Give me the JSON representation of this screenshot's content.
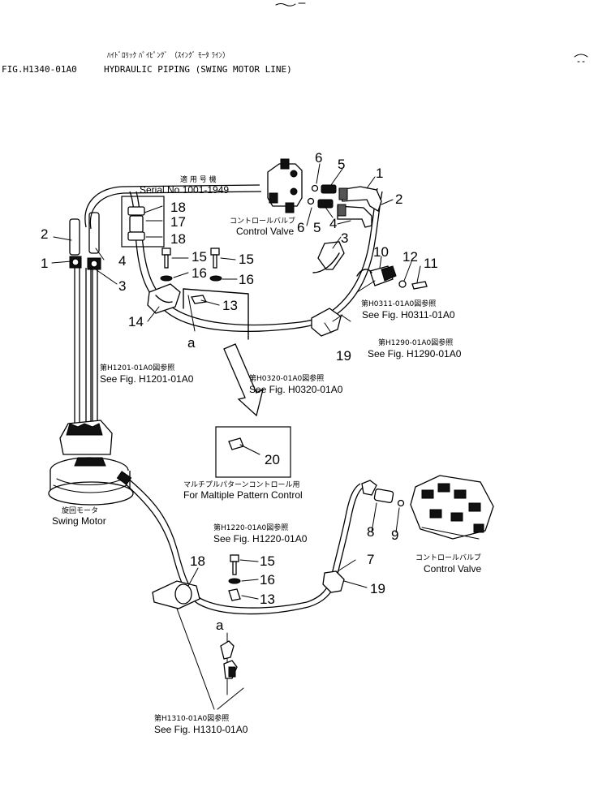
{
  "header": {
    "title_jp": "ﾊｲﾄﾞﾛﾘｯｸ ﾊﾟｲﾋﾟﾝｸﾞ （ｽｲﾝｸﾞ ﾓｰﾀ ﾗｲﾝ）",
    "fig_code": "FIG.H1340-01A0",
    "title_en": "HYDRAULIC PIPING (SWING MOTOR LINE)"
  },
  "serial": {
    "jp": "適 用 号 機",
    "en": "Serial No.1001-1949"
  },
  "labels": {
    "control_valve_jp": "コントロールバルブ",
    "control_valve_en": "Control Valve",
    "swing_motor_jp": "旋回モータ",
    "swing_motor_en": "Swing Motor",
    "multi_pattern_jp": "マルチプルパターンコントロール用",
    "multi_pattern_en": "For Maltiple Pattern Control",
    "control_valve2_jp": "コントロールバルブ",
    "control_valve2_en": "Control Valve"
  },
  "refs": {
    "h0311_jp": "第H0311-01A0図参照",
    "h0311_en": "See Fig. H0311-01A0",
    "h1290_jp": "第H1290-01A0図参照",
    "h1290_en": "See Fig. H1290-01A0",
    "h1201_jp": "第H1201-01A0図参照",
    "h1201_en": "See Fig. H1201-01A0",
    "h0320_jp": "第H0320-01A0図参照",
    "h0320_en": "See Fig. H0320-01A0",
    "h1220_jp": "第H1220-01A0図参照",
    "h1220_en": "See Fig. H1220-01A0",
    "h1310_jp": "第H1310-01A0図参照",
    "h1310_en": "See Fig. H1310-01A0"
  },
  "callouts": {
    "c1a": "1",
    "c2a": "2",
    "c1b": "1",
    "c2b": "2",
    "c3a": "3",
    "c3b": "3",
    "c4a": "4",
    "c4b": "4",
    "c5a": "5",
    "c5b": "5",
    "c6a": "6",
    "c6b": "6",
    "c7": "7",
    "c8": "8",
    "c9": "9",
    "c10": "10",
    "c11": "11",
    "c12": "12",
    "c13a": "13",
    "c13b": "13",
    "c14": "14",
    "c15a": "15",
    "c15b": "15",
    "c15c": "15",
    "c16a": "16",
    "c16b": "16",
    "c16c": "16",
    "c17": "17",
    "c18a": "18",
    "c18b": "18",
    "c18c": "18",
    "c19a": "19",
    "c19b": "19",
    "c20": "20",
    "a1": "a",
    "a2": "a"
  }
}
